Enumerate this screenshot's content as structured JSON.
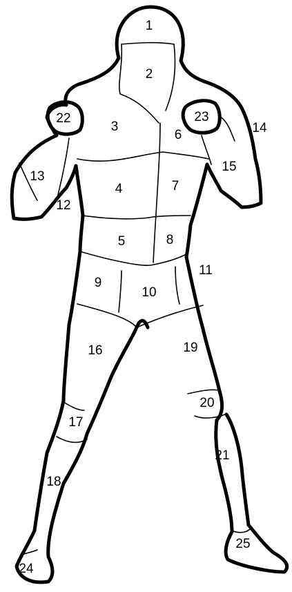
{
  "regions": [
    {
      "id": "1",
      "label": "1"
    },
    {
      "id": "2",
      "label": "2"
    },
    {
      "id": "3",
      "label": "3"
    },
    {
      "id": "4",
      "label": "4"
    },
    {
      "id": "5",
      "label": "5"
    },
    {
      "id": "6",
      "label": "6"
    },
    {
      "id": "7",
      "label": "7"
    },
    {
      "id": "8",
      "label": "8"
    },
    {
      "id": "9",
      "label": "9"
    },
    {
      "id": "10",
      "label": "10"
    },
    {
      "id": "11",
      "label": "11"
    },
    {
      "id": "12",
      "label": "12"
    },
    {
      "id": "13",
      "label": "13"
    },
    {
      "id": "14",
      "label": "14"
    },
    {
      "id": "15",
      "label": "15"
    },
    {
      "id": "16",
      "label": "16"
    },
    {
      "id": "17",
      "label": "17"
    },
    {
      "id": "18",
      "label": "18"
    },
    {
      "id": "19",
      "label": "19"
    },
    {
      "id": "20",
      "label": "20"
    },
    {
      "id": "21",
      "label": "21"
    },
    {
      "id": "22",
      "label": "22"
    },
    {
      "id": "23",
      "label": "23"
    },
    {
      "id": "24",
      "label": "24"
    },
    {
      "id": "25",
      "label": "25"
    }
  ]
}
